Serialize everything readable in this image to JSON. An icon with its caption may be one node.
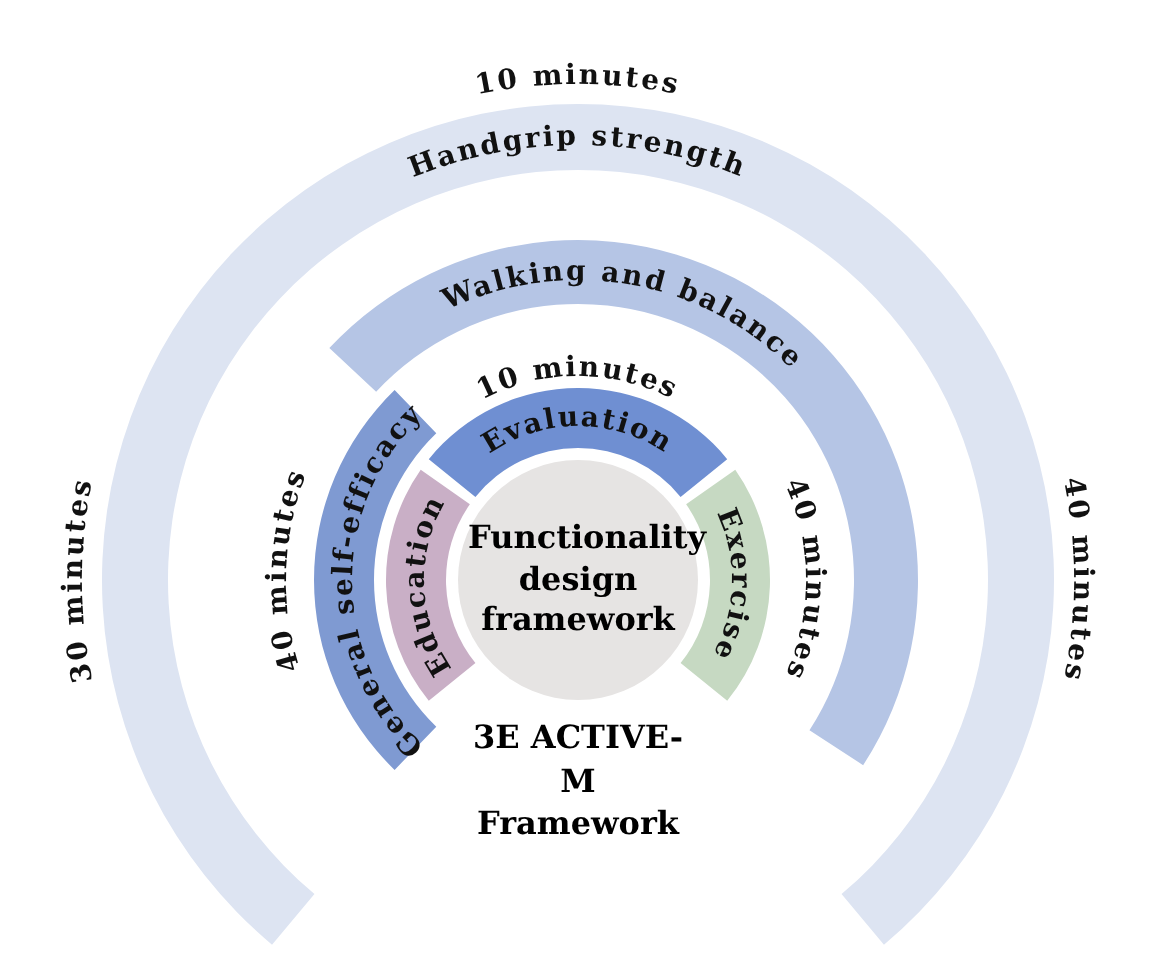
{
  "diagram": {
    "nodes": [
      {
        "text": [
          "Handgrip strength"
        ],
        "beside": [
          "10 minutes",
          "30 minutes",
          "40 minutes"
        ]
      },
      {
        "text": [
          "Walking and balance"
        ],
        "beside": [
          "40 minutes"
        ]
      },
      {
        "text": [
          "General self-efficacy"
        ],
        "beside": [
          "40 minutes"
        ]
      },
      {
        "text": [
          "Evaluation"
        ],
        "beside": [
          "10 minutes"
        ]
      },
      {
        "text": [
          "Education"
        ]
      },
      {
        "text": [
          "Exercise"
        ]
      },
      {
        "text": [
          "Functionality design framework"
        ]
      }
    ],
    "labels": [
      "3E ACTIVE-M Framework"
    ]
  }
}
